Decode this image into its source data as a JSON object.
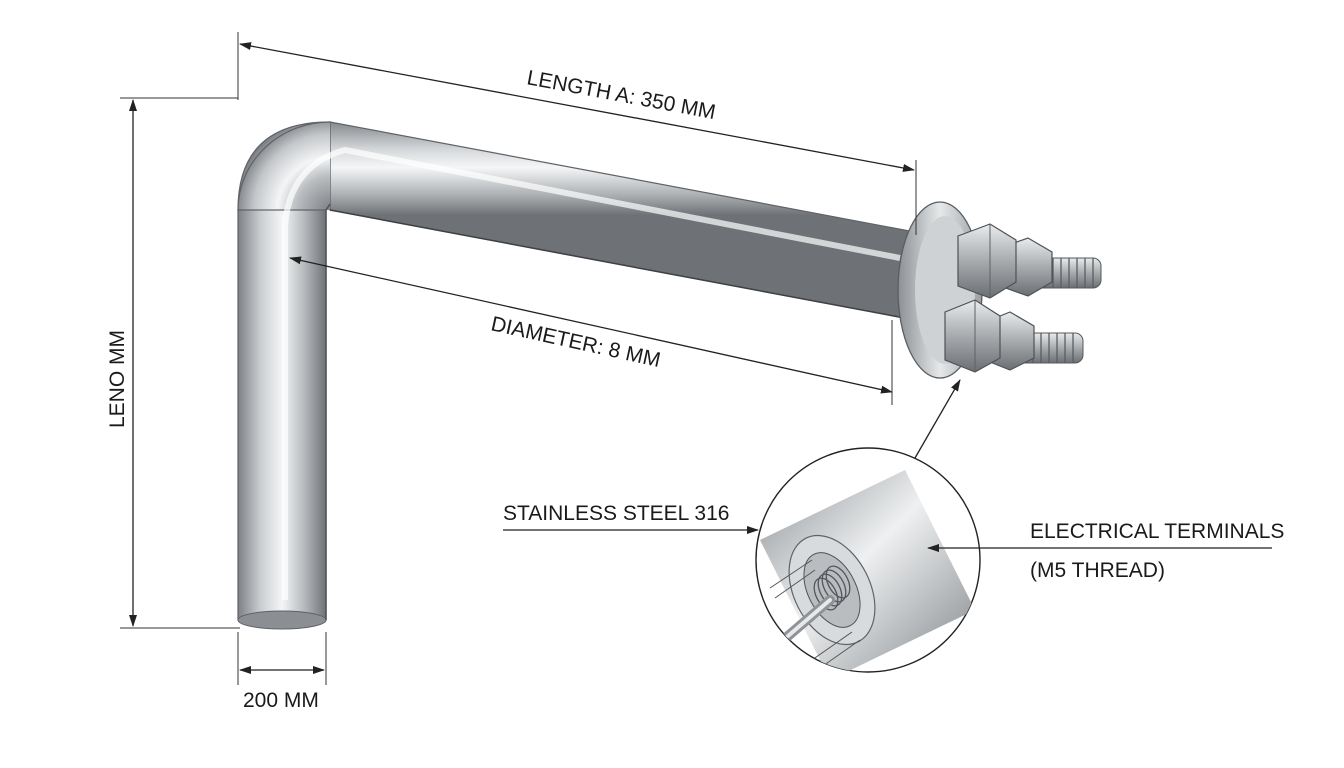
{
  "dimensions": {
    "length_a": "LENGTH A: 350 MM",
    "diameter": "DIAMETER: 8 MM",
    "vertical_length": "LENO MM",
    "base_width": "200 MM"
  },
  "callouts": {
    "material": "STAINLESS STEEL 316",
    "terminals_line1": "ELECTRICAL TERMINALS",
    "terminals_line2": "(M5 THREAD)"
  },
  "colors": {
    "steel_dark": "#8a8d90",
    "steel_mid": "#c4c7ca",
    "steel_light": "#f2f3f4",
    "line": "#222222"
  }
}
